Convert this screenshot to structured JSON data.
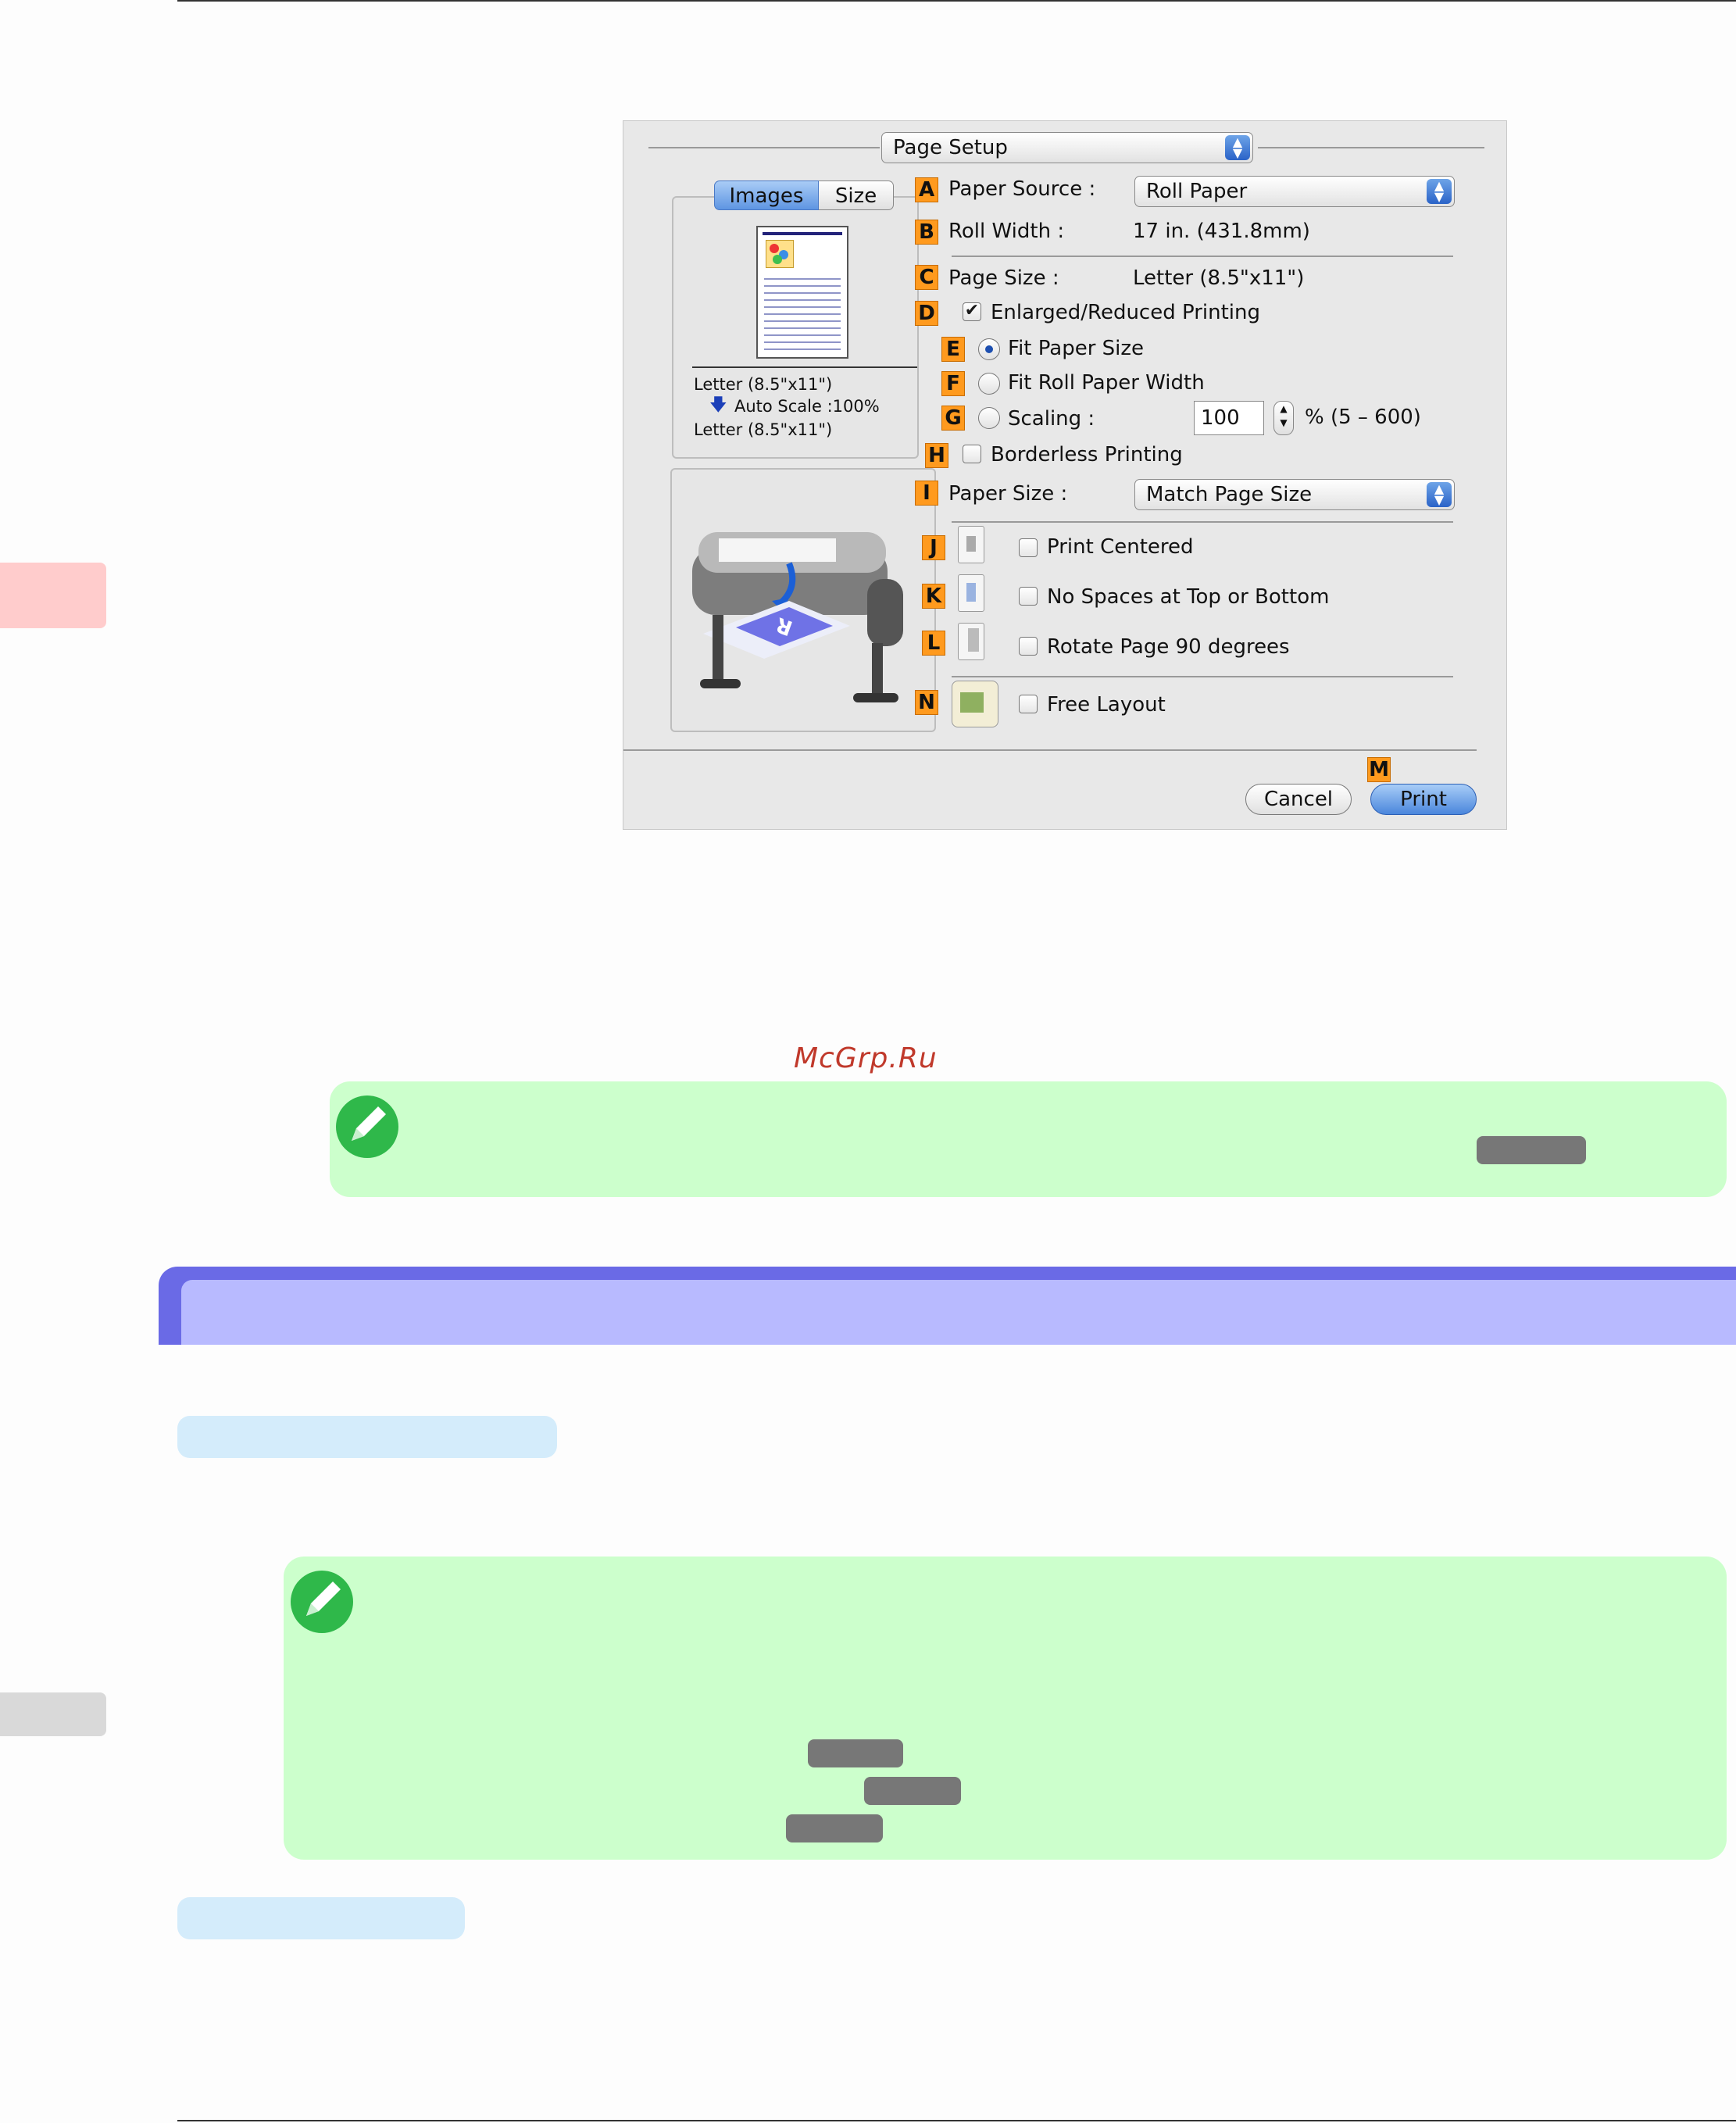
{
  "watermark": "McGrp.Ru",
  "dialog": {
    "title_popup": "Page Setup",
    "tabs": [
      "Images",
      "Size"
    ],
    "preview": {
      "line1": "Letter (8.5\"x11\")",
      "line2": "Auto Scale :100%",
      "line3": "Letter (8.5\"x11\")"
    },
    "markers": [
      "A",
      "B",
      "C",
      "D",
      "E",
      "F",
      "G",
      "H",
      "I",
      "J",
      "K",
      "L",
      "N",
      "M"
    ],
    "paper_source_label": "Paper Source :",
    "paper_source_value": "Roll Paper",
    "roll_width_label": "Roll Width :",
    "roll_width_value": "17 in. (431.8mm)",
    "page_size_label": "Page Size :",
    "page_size_value": "Letter (8.5\"x11\")",
    "enlarged_label": "Enlarged/Reduced Printing",
    "enlarged_checked": true,
    "fit_paper_label": "Fit Paper Size",
    "fit_roll_label": "Fit Roll Paper Width",
    "scaling_label": "Scaling :",
    "scaling_value": "100",
    "scaling_range": "% (5 – 600)",
    "borderless_label": "Borderless Printing",
    "paper_size_label": "Paper Size :",
    "paper_size_value": "Match Page Size",
    "print_centered_label": "Print Centered",
    "no_spaces_label": "No Spaces at Top or Bottom",
    "rotate_label": "Rotate Page 90 degrees",
    "free_layout_label": "Free Layout",
    "cancel_label": "Cancel",
    "print_label": "Print"
  },
  "colors": {
    "note_bg": "#ccffcc",
    "banner_outer": "#6a6ae6",
    "banner_inner": "#b8baff",
    "marker": "#ff9a1e",
    "sidetab_top": "#ffcccc",
    "sidetab_bottom": "#d9d9d9",
    "pill": "#d4ecfb"
  }
}
